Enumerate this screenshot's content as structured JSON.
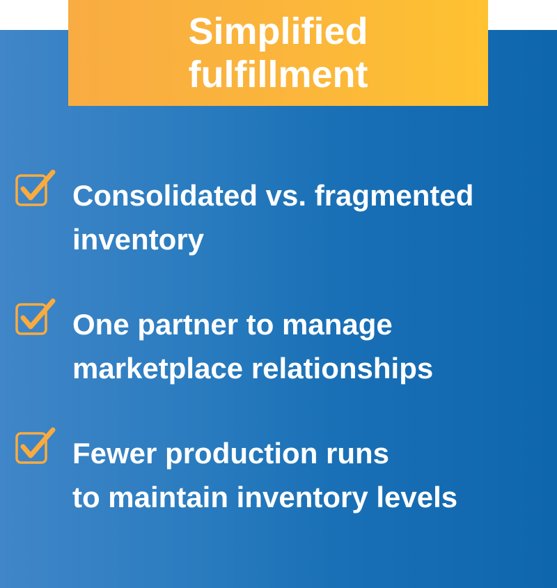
{
  "header": {
    "title_lines": [
      "Simplified",
      "fulfillment"
    ]
  },
  "items": [
    {
      "icon": "checkbox-checked-icon",
      "lines": [
        "Consolidated vs. fragmented",
        "inventory"
      ]
    },
    {
      "icon": "checkbox-checked-icon",
      "lines": [
        "One partner to manage",
        "marketplace relationships"
      ]
    },
    {
      "icon": "checkbox-checked-icon",
      "lines": [
        "Fewer production runs",
        "to maintain inventory levels"
      ]
    }
  ],
  "colors": {
    "panel_gradient_left": "#4086c8",
    "panel_gradient_right": "#0e66ac",
    "title_box_left": "#f9ac42",
    "title_box_right": "#fec231",
    "check_icon": "#f9ab3f",
    "text": "#ffffff"
  }
}
